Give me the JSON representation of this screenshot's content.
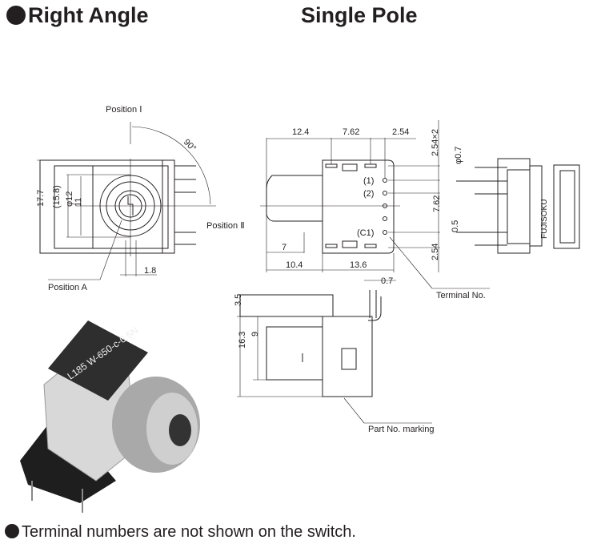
{
  "titles": {
    "left": "Right Angle",
    "right": "Single Pole"
  },
  "front_view": {
    "position_1": "Position Ⅰ",
    "position_2": "Position Ⅱ",
    "position_a": "Position A",
    "angle": "90°",
    "dim_height": "17.7",
    "dim_inner": "(15.8)",
    "dim_dia": "φ12",
    "dim_11": "11",
    "dim_18": "1.8"
  },
  "top_view": {
    "d124": "12.4",
    "d762": "7.62",
    "d254": "2.54",
    "d254x2": "2.54×2",
    "dphi07": "φ0.7",
    "d762v": "7.62",
    "d05": "0.5",
    "d254b": "2.54",
    "d7": "7",
    "d104": "10.4",
    "d136": "13.6",
    "t1": "(1)",
    "t2": "(2)",
    "tc1": "(C1)",
    "terminal_no": "Terminal No."
  },
  "side_view": {
    "brand": "FUJISOKU"
  },
  "bottom_view": {
    "d07": "0.7",
    "d35": "3.5",
    "d9": "9",
    "d163": "16.3",
    "part_no": "Part No. marking"
  },
  "photo": {
    "marking": "L185 W-650-c-6.5N"
  },
  "footer": "Terminal numbers are not shown on the switch."
}
